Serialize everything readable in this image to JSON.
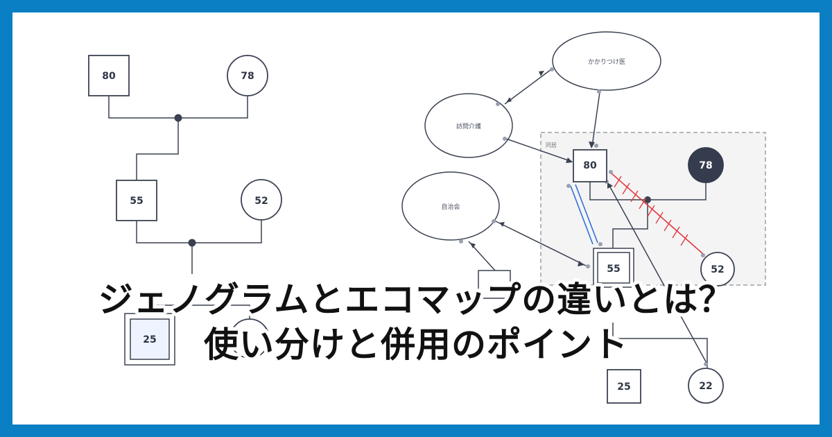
{
  "title": {
    "line1": "ジェノグラムとエコマップの違いとは？",
    "line2": "使い分けと併用のポイント"
  },
  "genogram": {
    "nodes": {
      "g80": "80",
      "g78": "78",
      "g55": "55",
      "g52": "52",
      "g25": "25"
    }
  },
  "ecomap": {
    "household_label": "同居",
    "ellipses": {
      "doctor": "かかりつけ医",
      "homecare": "訪問介護",
      "association": "自治会"
    },
    "nodes": {
      "e80": "80",
      "e78": "78",
      "e55": "55",
      "e52": "52",
      "e25": "25",
      "e22": "22"
    }
  },
  "colors": {
    "border": "#0a7fc4",
    "line": "#3a4150",
    "conflict": "#e0393e",
    "strong": "#2f6fd6",
    "deceased_fill": "#353c4d",
    "highlight_fill": "#eef4ff"
  }
}
